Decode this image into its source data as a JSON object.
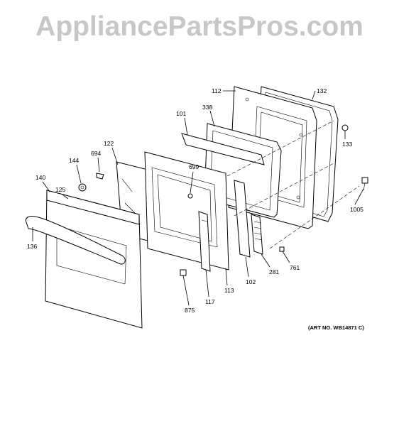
{
  "watermark": "AppliancePartsPros.com",
  "art_number": "(ART NO. WB14871 C)",
  "callouts": {
    "p112": "112",
    "p132": "132",
    "p338": "338",
    "p101": "101",
    "p133": "133",
    "p122": "122",
    "p694": "694",
    "p144": "144",
    "p699": "699",
    "p140": "140",
    "p125": "125",
    "p1005": "1005",
    "p136": "136",
    "p761": "761",
    "p281": "281",
    "p102": "102",
    "p113": "113",
    "p117": "117",
    "p875": "875"
  }
}
